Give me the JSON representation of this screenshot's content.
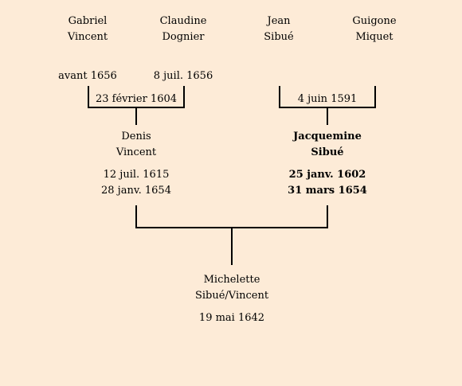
{
  "grandparents": {
    "paternal_grandfather": {
      "first": "Gabriel",
      "last": "Vincent",
      "death": "avant 1656"
    },
    "paternal_grandmother": {
      "first": "Claudine",
      "last": "Dognier",
      "death": "8 juil. 1656"
    },
    "maternal_grandfather": {
      "first": "Jean",
      "last": "Sibué"
    },
    "maternal_grandmother": {
      "first": "Guigone",
      "last": "Miquet"
    }
  },
  "marriages": {
    "paternal": "23 février 1604",
    "maternal": "4 juin 1591"
  },
  "parents": {
    "father": {
      "first": "Denis",
      "last": "Vincent",
      "birth": "12 juil. 1615",
      "death": "28 janv. 1654"
    },
    "mother": {
      "first": "Jacquemine",
      "last": "Sibué",
      "birth": "25 janv. 1602",
      "death": "31 mars 1654"
    }
  },
  "subject": {
    "first": "Michelette",
    "last": "Sibué/Vincent",
    "birth": "19 mai 1642"
  },
  "colors": {
    "background": "#fdebd7",
    "line": "#000000"
  }
}
